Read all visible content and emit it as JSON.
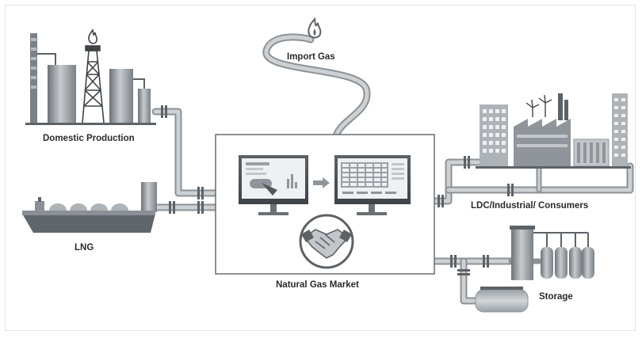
{
  "labels": {
    "import_gas": "Import Gas",
    "domestic_production": "Domestic Production",
    "lng": "LNG",
    "natural_gas_market": "Natural Gas Market",
    "consumers": "LDC/Industrial/ Consumers",
    "storage": "Storage"
  },
  "colors": {
    "pipe": "#aeb3b7",
    "pipe_edge": "#8c9196",
    "dark": "#50565c",
    "mid": "#8f959a",
    "light": "#c9cdd0",
    "accent_blue": "#4aa3df"
  }
}
